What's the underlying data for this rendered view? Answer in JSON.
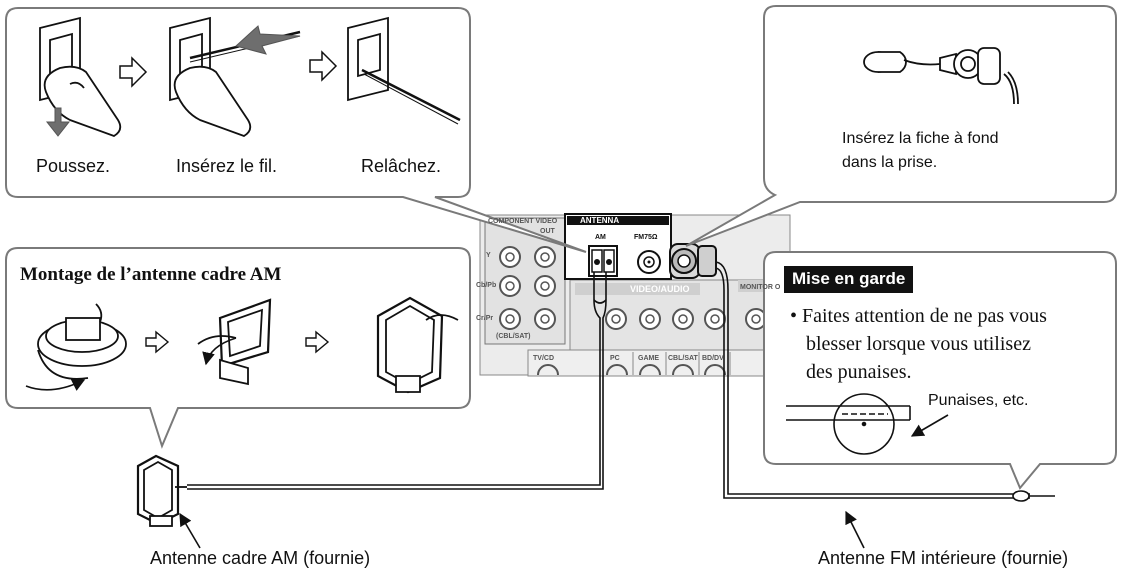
{
  "wire_steps": {
    "step1": "Poussez.",
    "step2": "Insérez le fil.",
    "step3": "Relâchez."
  },
  "fm_plug": {
    "line1": "Insérez la fiche à fond",
    "line2": "dans la prise."
  },
  "am_assembly": {
    "title": "Montage de l’antenne cadre AM"
  },
  "caution": {
    "header": "Mise en garde",
    "line1": "• Faites attention de ne pas vous",
    "line2": "blesser lorsque vous utilisez",
    "line3": "des punaises.",
    "pins_label": "Punaises, etc."
  },
  "receiver_panel": {
    "antenna": "ANTENNA",
    "am": "AM",
    "fm": "FM75Ω",
    "component_video": "COMPONENT VIDEO",
    "out": "OUT",
    "video_audio": "VIDEO/AUDIO",
    "monitor": "MONITOR O",
    "y": "Y",
    "cb": "Cb/Pb",
    "cr": "Cr/Pr",
    "cbl_sat": "(CBL/SAT)",
    "tv_cd": "TV/CD",
    "pc": "PC",
    "game": "GAME",
    "cbl_sat2": "CBL/SAT",
    "bd_dvd": "BD/DV"
  },
  "labels": {
    "am_antenna": "Antenne cadre AM (fournie)",
    "fm_antenna": "Antenne FM intérieure (fournie)"
  },
  "colors": {
    "stroke": "#1a1a1a",
    "callout_border": "#7a7a7a",
    "panel_fill": "#e8e8e8",
    "arrow_gray": "#6e6e6e",
    "caution_bg": "#111111"
  }
}
